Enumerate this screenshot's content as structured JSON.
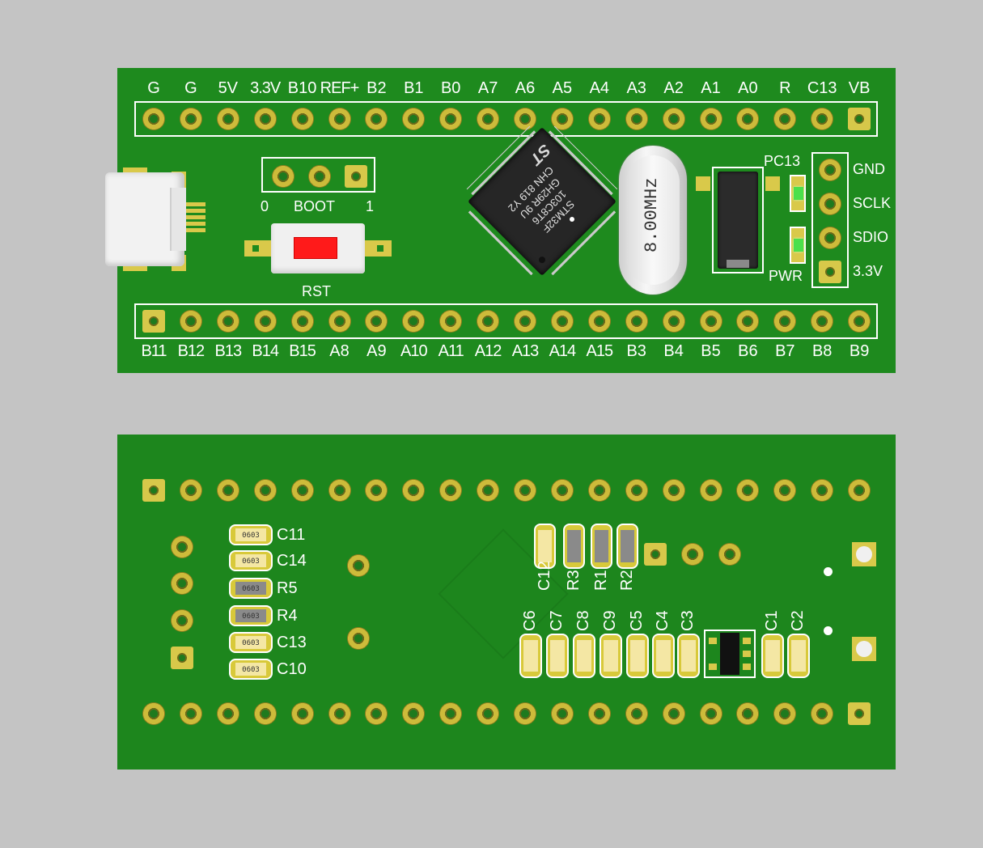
{
  "top_board": {
    "top_pins": [
      "G",
      "G",
      "5V",
      "3.3V",
      "B10",
      "REF+",
      "B2",
      "B1",
      "B0",
      "A7",
      "A6",
      "A5",
      "A4",
      "A3",
      "A2",
      "A1",
      "A0",
      "R",
      "C13",
      "VB"
    ],
    "bottom_pins": [
      "B11",
      "B12",
      "B13",
      "B14",
      "B15",
      "A8",
      "A9",
      "A10",
      "A11",
      "A12",
      "A13",
      "A14",
      "A15",
      "B3",
      "B4",
      "B5",
      "B6",
      "B7",
      "B8",
      "B9"
    ],
    "boot": {
      "label": "BOOT",
      "left": "0",
      "right": "1"
    },
    "reset_label": "RST",
    "chip_text": [
      "STM32F",
      "103C8T6",
      "GH29R 9U",
      "CHN 819 Y2"
    ],
    "chip_logo": "ST",
    "crystal_label": "8.00MHz",
    "led_pc13": "PC13",
    "led_pwr": "PWR",
    "debug_header": [
      "GND",
      "SCLK",
      "SDIO",
      "3.3V"
    ]
  },
  "bottom_board": {
    "caps_left": [
      "C11",
      "C14",
      "R5",
      "R4",
      "C13",
      "C10"
    ],
    "res_top": [
      "C12",
      "R3",
      "R1",
      "R2"
    ],
    "caps_bottom": [
      "C6",
      "C7",
      "C8",
      "C9",
      "C5",
      "C4",
      "C3"
    ],
    "caps_right": [
      "C1",
      "C2"
    ],
    "size_code": "0603"
  },
  "colors": {
    "pcb_green": "#1e8a1e",
    "background": "#c4c4c4",
    "gold": "#cdbb3a",
    "silkscreen": "#ffffff",
    "led": "#4be04b",
    "reset_button": "#ff1a1a"
  }
}
